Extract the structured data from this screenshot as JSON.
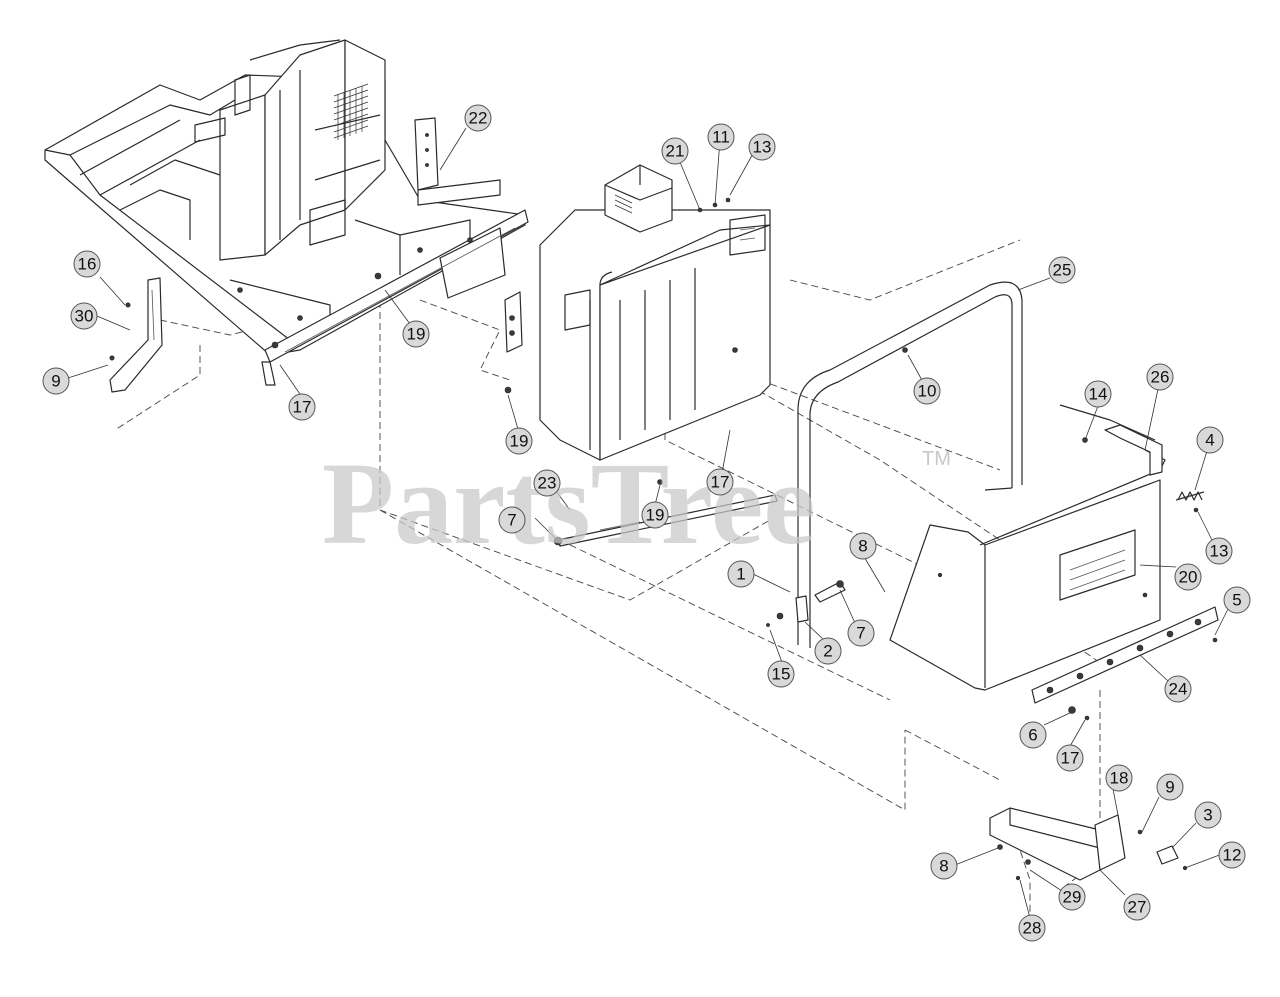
{
  "watermark": {
    "text": "PartsTree",
    "trademark": "TM"
  },
  "callouts": [
    {
      "key": "c1",
      "label": "1"
    },
    {
      "key": "c2",
      "label": "2"
    },
    {
      "key": "c3",
      "label": "3"
    },
    {
      "key": "c4",
      "label": "4"
    },
    {
      "key": "c5",
      "label": "5"
    },
    {
      "key": "c6",
      "label": "6"
    },
    {
      "key": "c7a",
      "label": "7"
    },
    {
      "key": "c7b",
      "label": "7"
    },
    {
      "key": "c8a",
      "label": "8"
    },
    {
      "key": "c8b",
      "label": "8"
    },
    {
      "key": "c9a",
      "label": "9"
    },
    {
      "key": "c9b",
      "label": "9"
    },
    {
      "key": "c10",
      "label": "10"
    },
    {
      "key": "c11",
      "label": "11"
    },
    {
      "key": "c12",
      "label": "12"
    },
    {
      "key": "c13a",
      "label": "13"
    },
    {
      "key": "c13b",
      "label": "13"
    },
    {
      "key": "c14",
      "label": "14"
    },
    {
      "key": "c15",
      "label": "15"
    },
    {
      "key": "c16",
      "label": "16"
    },
    {
      "key": "c17a",
      "label": "17"
    },
    {
      "key": "c17b",
      "label": "17"
    },
    {
      "key": "c17c",
      "label": "17"
    },
    {
      "key": "c18",
      "label": "18"
    },
    {
      "key": "c19a",
      "label": "19"
    },
    {
      "key": "c19b",
      "label": "19"
    },
    {
      "key": "c19c",
      "label": "19"
    },
    {
      "key": "c20",
      "label": "20"
    },
    {
      "key": "c21",
      "label": "21"
    },
    {
      "key": "c22",
      "label": "22"
    },
    {
      "key": "c23",
      "label": "23"
    },
    {
      "key": "c24",
      "label": "24"
    },
    {
      "key": "c25",
      "label": "25"
    },
    {
      "key": "c26",
      "label": "26"
    },
    {
      "key": "c27",
      "label": "27"
    },
    {
      "key": "c28",
      "label": "28"
    },
    {
      "key": "c29",
      "label": "29"
    },
    {
      "key": "c30",
      "label": "30"
    }
  ]
}
